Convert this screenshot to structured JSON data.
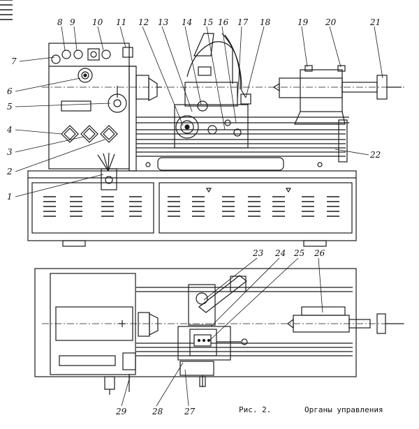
{
  "figure": {
    "figure_label": "Рис. 2.",
    "caption": "Органы управления",
    "callouts": [
      "1",
      "2",
      "3",
      "4",
      "5",
      "6",
      "7",
      "8",
      "9",
      "10",
      "11",
      "12",
      "13",
      "14",
      "15",
      "16",
      "17",
      "18",
      "19",
      "20",
      "21",
      "22",
      "23",
      "24",
      "25",
      "26",
      "27",
      "28",
      "29"
    ]
  }
}
